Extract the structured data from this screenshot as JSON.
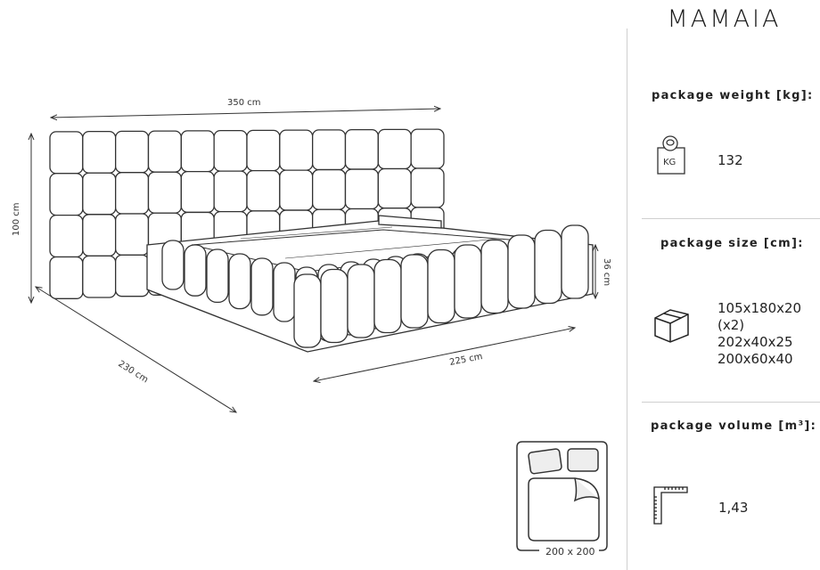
{
  "product": {
    "name": "MAMAIA"
  },
  "dimensions": {
    "width": "350 cm",
    "height": "100 cm",
    "depth": "230 cm",
    "bed_length": "225 cm",
    "bed_height": "36 cm",
    "mattress_size": "200 x 200"
  },
  "specs": {
    "weight": {
      "label": "package weight [kg]:",
      "icon": "weight-kg-icon",
      "icon_text": "KG",
      "value": "132"
    },
    "size": {
      "label": "package size [cm]:",
      "icon": "box-icon",
      "values": [
        "105x180x20 (x2)",
        "202x40x25",
        "200x60x40"
      ]
    },
    "volume": {
      "label": "package volume [m³]:",
      "icon": "ruler-square-icon",
      "value": "1,43"
    }
  }
}
